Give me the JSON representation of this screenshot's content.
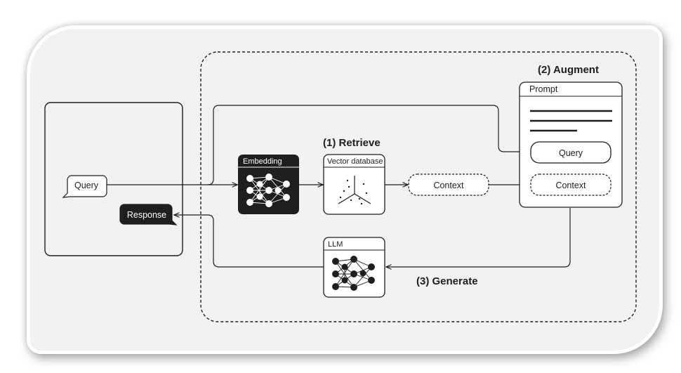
{
  "steps": {
    "retrieve": "(1) Retrieve",
    "augment": "(2) Augment",
    "generate": "(3) Generate"
  },
  "client": {
    "query_bubble": "Query",
    "response_bubble": "Response"
  },
  "components": {
    "embedding": "Embedding",
    "vector_database": "Vector database",
    "llm": "LLM"
  },
  "context_box": "Context",
  "prompt": {
    "title": "Prompt",
    "query": "Query",
    "context": "Context"
  },
  "colors": {
    "ink": "#1e1e1e",
    "background": "#f2f2f0",
    "dark_tile": "#1e1e1e"
  }
}
